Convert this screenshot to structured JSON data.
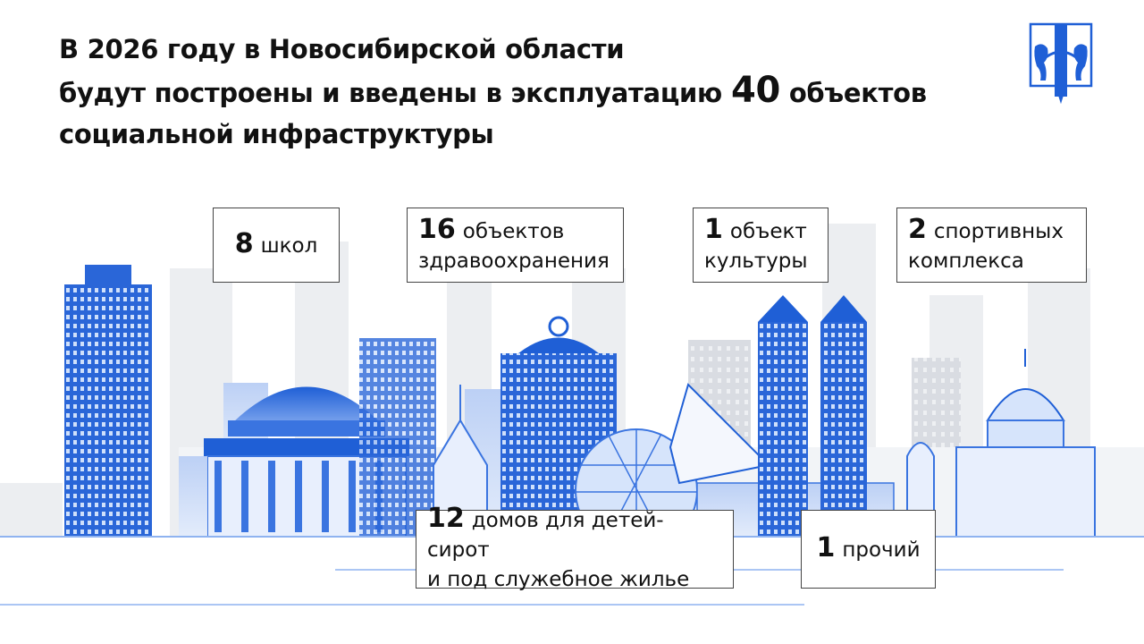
{
  "title": {
    "line1": "В 2026 году в Новосибирской области",
    "line2": "будут построены и введены в эксплуатацию",
    "highlight": "40",
    "line2_end": "объектов",
    "line3": "социальной инфраструктуры"
  },
  "emblem_icon": "novosibirsk-region-coat-of-arms",
  "items": [
    {
      "number": "8",
      "text1": "школ",
      "text2": ""
    },
    {
      "number": "16",
      "text1": "объектов",
      "text2": "здравоохранения"
    },
    {
      "number": "1",
      "text1": "объект",
      "text2": "культуры"
    },
    {
      "number": "2",
      "text1": "спортивных",
      "text2": "комплекса"
    },
    {
      "number": "12",
      "text1": "домов для детей-сирот",
      "text2": "и под служебное жилье"
    },
    {
      "number": "1",
      "text1": "прочий",
      "text2": ""
    }
  ],
  "colors": {
    "accent": "#1f5fd6",
    "light": "#8fb3f0",
    "grey": "#e6e8ec"
  }
}
